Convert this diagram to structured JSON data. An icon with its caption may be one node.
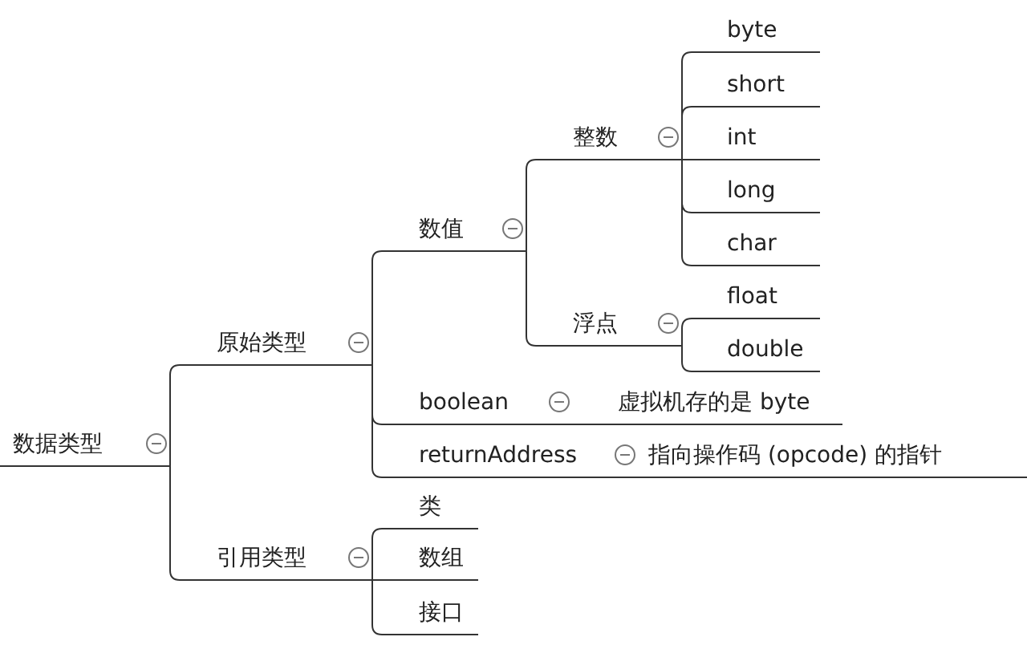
{
  "diagram": {
    "nodes": [
      {
        "text": [
          "数据类型"
        ]
      },
      {
        "text": [
          "原始类型"
        ]
      },
      {
        "text": [
          "数值"
        ]
      },
      {
        "text": [
          "整数"
        ]
      },
      {
        "text": [
          "byte"
        ]
      },
      {
        "text": [
          "short"
        ]
      },
      {
        "text": [
          "int"
        ]
      },
      {
        "text": [
          "long"
        ]
      },
      {
        "text": [
          "char"
        ]
      },
      {
        "text": [
          "浮点"
        ]
      },
      {
        "text": [
          "float"
        ]
      },
      {
        "text": [
          "double"
        ]
      },
      {
        "text": [
          "boolean"
        ]
      },
      {
        "text": [
          "虚拟机存的是 byte"
        ]
      },
      {
        "text": [
          "returnAddress"
        ]
      },
      {
        "text": [
          "指向操作码 (opcode) 的指针"
        ]
      },
      {
        "text": [
          "引用类型"
        ]
      },
      {
        "text": [
          "类"
        ]
      },
      {
        "text": [
          "数组"
        ]
      },
      {
        "text": [
          "接口"
        ]
      }
    ],
    "edges": [
      {
        "from": 0,
        "to": 1,
        "arrow": "none"
      },
      {
        "from": 0,
        "to": 16,
        "arrow": "none"
      },
      {
        "from": 1,
        "to": 2,
        "arrow": "none"
      },
      {
        "from": 1,
        "to": 12,
        "arrow": "none"
      },
      {
        "from": 1,
        "to": 14,
        "arrow": "none"
      },
      {
        "from": 2,
        "to": 3,
        "arrow": "none"
      },
      {
        "from": 2,
        "to": 9,
        "arrow": "none"
      },
      {
        "from": 3,
        "to": 4,
        "arrow": "none"
      },
      {
        "from": 3,
        "to": 5,
        "arrow": "none"
      },
      {
        "from": 3,
        "to": 6,
        "arrow": "none"
      },
      {
        "from": 3,
        "to": 7,
        "arrow": "none"
      },
      {
        "from": 3,
        "to": 8,
        "arrow": "none"
      },
      {
        "from": 9,
        "to": 10,
        "arrow": "none"
      },
      {
        "from": 9,
        "to": 11,
        "arrow": "none"
      },
      {
        "from": 12,
        "to": 13,
        "arrow": "none"
      },
      {
        "from": 14,
        "to": 15,
        "arrow": "none"
      },
      {
        "from": 16,
        "to": 17,
        "arrow": "none"
      },
      {
        "from": 16,
        "to": 18,
        "arrow": "none"
      },
      {
        "from": 16,
        "to": 19,
        "arrow": "none"
      }
    ]
  }
}
